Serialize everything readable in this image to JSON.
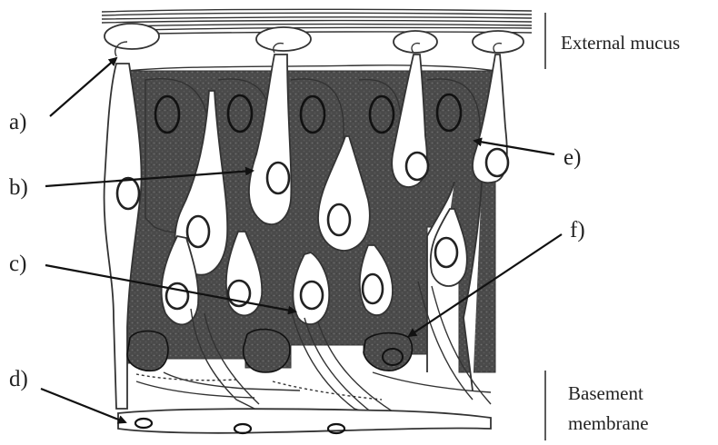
{
  "labels": {
    "a": "a)",
    "b": "b)",
    "c": "c)",
    "d": "d)",
    "e": "e)",
    "f": "f)"
  },
  "side_labels": {
    "external_mucus": "External mucus",
    "basement_line1": "Basement",
    "basement_line2": "membrane"
  },
  "colors": {
    "tissue_fill": "#4a4a4a",
    "outline": "#333333",
    "background": "#ffffff"
  }
}
